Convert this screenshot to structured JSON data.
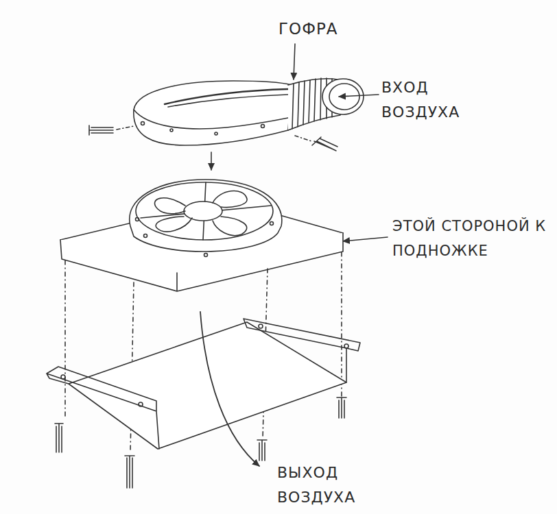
{
  "diagram": {
    "labels": [
      "ГОФРА",
      "ВХОД ВОЗДУХА",
      "ЭТОЙ СТОРОНОЙ К ПОДНОЖКЕ",
      "ВЫХОД ВОЗДУХА"
    ]
  }
}
